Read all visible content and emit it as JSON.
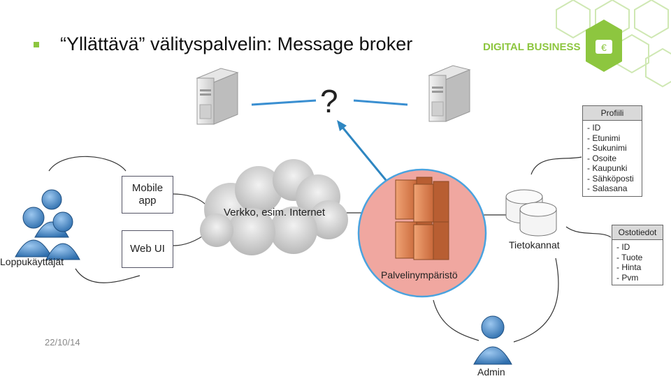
{
  "header": {
    "title": "“Yllättävä” välityspalvelin: Message broker",
    "brand": "DIGITAL BUSINESS",
    "brand_color": "#8dc63f"
  },
  "footer": {
    "date": "22/10/14"
  },
  "diagram": {
    "unknown_mark": "?",
    "clients": [
      {
        "label": "Mobile\napp"
      },
      {
        "label": "Web UI"
      }
    ],
    "network_label": "Verkko, esim. Internet",
    "server_env_label": "Palvelinympäristö",
    "databases_label": "Tietokannat",
    "end_users_label": "Loppukäyttäjät",
    "admin_label": "Admin",
    "entities": [
      {
        "title": "Profiili",
        "fields": [
          "- ID",
          "- Etunimi",
          "- Sukunimi",
          "- Osoite",
          "- Kaupunki",
          "- Sähköposti",
          "- Salasana"
        ]
      },
      {
        "title": "Ostotiedot",
        "fields": [
          "- ID",
          "- Tuote",
          "- Hinta",
          "- Pvm"
        ]
      }
    ],
    "icons": [
      "server-icon",
      "server-icon",
      "server-cluster-icon",
      "database-icon",
      "users-group-icon",
      "user-icon",
      "cloud-icon",
      "dollar-tag-icon"
    ],
    "colors": {
      "server_env_fill": "#f0a7a0",
      "server_env_stroke": "#4aa3df",
      "arrow": "#2e86c1",
      "connector": "#3a8fd1"
    }
  }
}
